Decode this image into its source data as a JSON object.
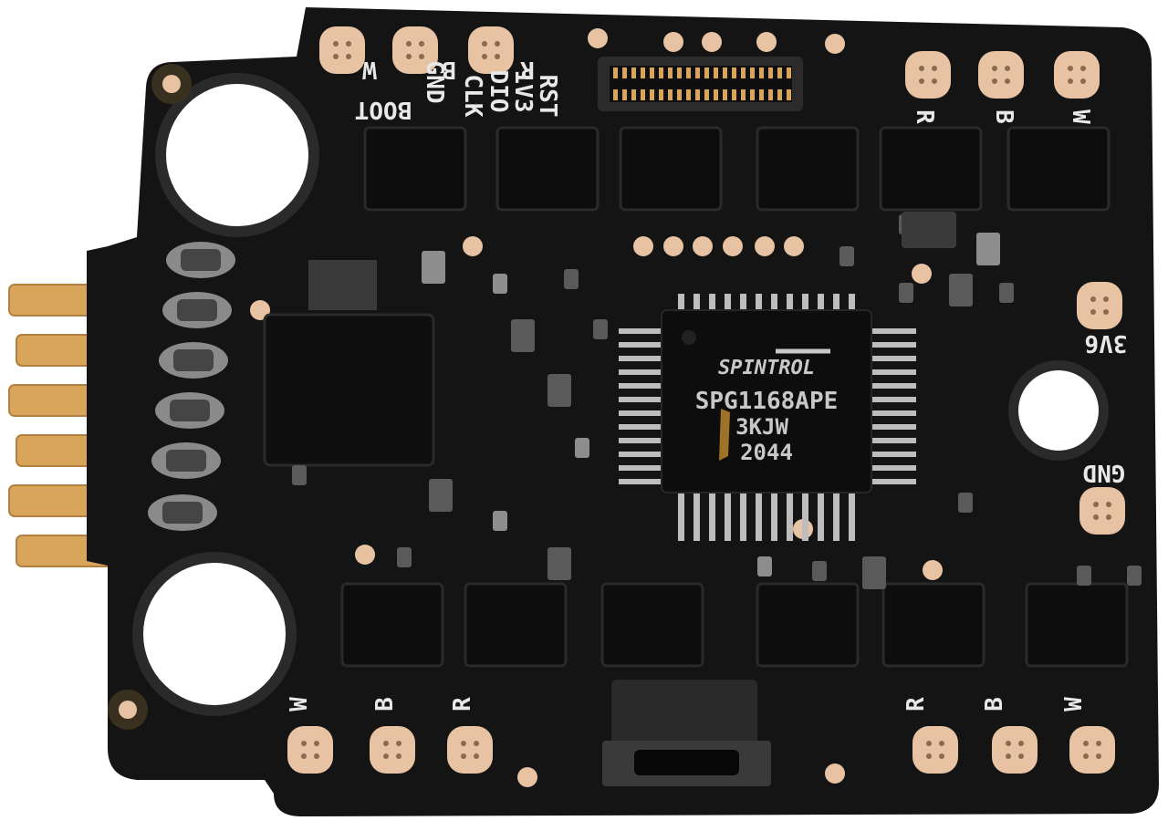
{
  "image": {
    "subject": "pcb-board",
    "colors": {
      "board": "#141414",
      "pad_gold": "#e7c3a3",
      "pin_gold": "#d9a55a",
      "silkscreen": "#e8e8e8",
      "chip": "#0d0d0d"
    }
  },
  "chip": {
    "brand": "SPINTROL",
    "model": "SPG1168APE",
    "lot": "3KJW",
    "date_code": "2044"
  },
  "silkscreen": {
    "top_left_w": "W",
    "top_left_b": "B",
    "top_left_r": "R",
    "boot": "BOOT",
    "gnd_top": "GND",
    "clk": "CLK",
    "dio": "DIO",
    "v3": "1V3",
    "rst": "RST",
    "top_right_r": "R",
    "top_right_b": "B",
    "top_right_w": "W",
    "v36": "3V6",
    "gnd_right": "GND",
    "bottom_left_w": "W",
    "bottom_left_b": "B",
    "bottom_left_r": "R",
    "bottom_right_r": "R",
    "bottom_right_b": "B",
    "bottom_right_w": "W"
  }
}
